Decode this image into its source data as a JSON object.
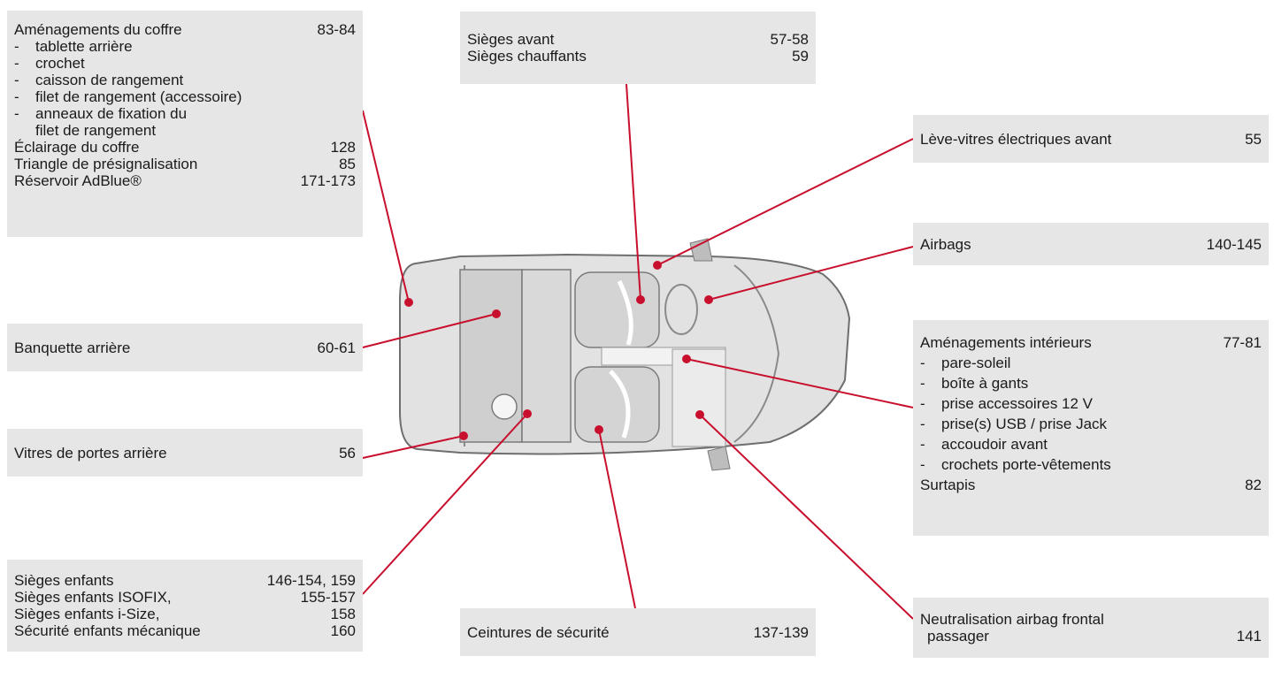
{
  "boxes": {
    "coffre": {
      "title": "Aménagements du coffre",
      "title_page": "83-84",
      "items": [
        "tablette arrière",
        "crochet",
        "caisson de rangement",
        "filet de rangement (accessoire)",
        "anneaux de fixation du"
      ],
      "item_cont": "filet de rangement",
      "dash": "-",
      "rows": [
        {
          "label": "Éclairage du coffre",
          "page": "128"
        },
        {
          "label": "Triangle de présignalisation",
          "page": "85"
        },
        {
          "label": "Réservoir AdBlue®",
          "page": "171-173"
        }
      ]
    },
    "sieges_avant": {
      "rows": [
        {
          "label": "Sièges avant",
          "page": "57-58"
        },
        {
          "label": "Sièges chauffants",
          "page": "59"
        }
      ]
    },
    "leve_vitres": {
      "label": "Lève-vitres électriques avant",
      "page": "55"
    },
    "airbags": {
      "label": "Airbags",
      "page": "140-145"
    },
    "banquette": {
      "label": "Banquette arrière",
      "page": "60-61"
    },
    "interieurs": {
      "title": "Aménagements intérieurs",
      "title_page": "77-81",
      "items": [
        "pare-soleil",
        "boîte à gants",
        "prise accessoires 12 V",
        "prise(s) USB / prise Jack",
        "accoudoir avant",
        "crochets porte-vêtements"
      ],
      "dash": "-",
      "rows": [
        {
          "label": "Surtapis",
          "page": "82"
        }
      ]
    },
    "vitres_arriere": {
      "label": "Vitres de portes arrière",
      "page": "56"
    },
    "enfants": {
      "rows": [
        {
          "label": "Sièges enfants",
          "page": "146-154, 159"
        },
        {
          "label": "Sièges enfants ISOFIX,",
          "page": "155-157"
        },
        {
          "label": "Sièges enfants i-Size,",
          "page": "158"
        },
        {
          "label": "Sécurité enfants mécanique",
          "page": "160"
        }
      ]
    },
    "ceintures": {
      "label": "Ceintures de sécurité",
      "page": "137-139"
    },
    "neutralisation": {
      "label1": "Neutralisation airbag frontal",
      "label2": "passager",
      "page": "141"
    }
  },
  "colors": {
    "leader": "#c8102e",
    "box": "#e6e6e6",
    "car_body": "#dcdcdc",
    "car_outline": "#6e6e6e"
  }
}
